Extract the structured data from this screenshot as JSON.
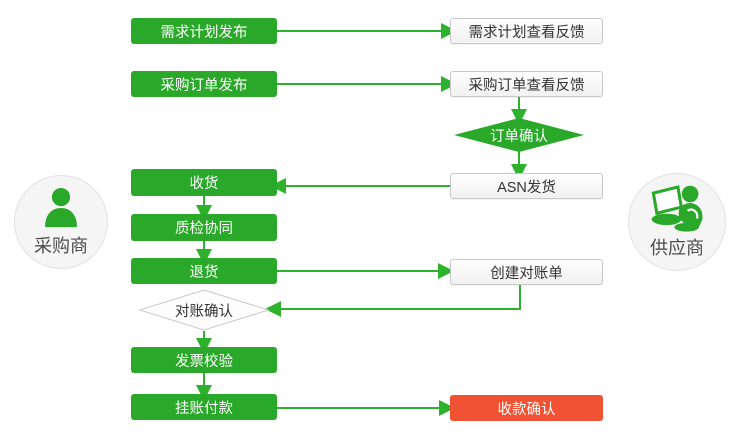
{
  "palette": {
    "green": "#2aa82a",
    "arrow_green": "#2eb22e",
    "red": "#f25234",
    "box_border": "#c8c8c8",
    "box_text": "#333333",
    "circle_bg": "#f5f5f5",
    "circle_label": "#4d4d4d"
  },
  "actors": {
    "buyer": {
      "label": "采购商"
    },
    "supplier": {
      "label": "供应商"
    }
  },
  "steps": {
    "demand_plan_publish": "需求计划发布",
    "demand_plan_feedback": "需求计划查看反馈",
    "po_publish": "采购订单发布",
    "po_feedback": "采购订单查看反馈",
    "order_confirm": "订单确认",
    "asn_ship": "ASN发货",
    "receive_goods": "收货",
    "quality_collaboration": "质检协同",
    "return_goods": "退货",
    "create_statement": "创建对账单",
    "statement_confirm": "对账确认",
    "invoice_check": "发票校验",
    "book_payment": "挂账付款",
    "receipt_confirm": "收款确认"
  }
}
